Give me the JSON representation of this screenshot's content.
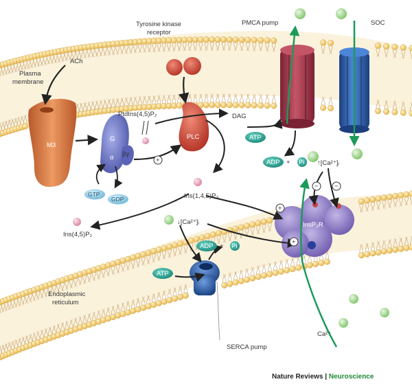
{
  "labels": {
    "tyrosine_kinase_receptor_line1": "Tyrosine kinase",
    "tyrosine_kinase_receptor_line2": "receptor",
    "pmca_pump": "PMCA pump",
    "soc": "SOC",
    "ach": "ACh",
    "plasma_membrane_line1": "Plasma",
    "plasma_membrane_line2": "membrane",
    "ptdins": "PtdIns(4,5)P₂",
    "dag": "DAG",
    "m3": "M3",
    "g_protein_gq": "G",
    "g_protein_alpha": "α",
    "g_protein_betagamma": "βγ",
    "plc": "PLC",
    "atp": "ATP",
    "adp": "ADP",
    "plus": "+",
    "pi": "Pi",
    "ca_up": "↑[Ca²⁺]ᵢ",
    "ca_down": "↓[Ca²⁺]ᵢ",
    "minus": "−",
    "gtp": "GTP",
    "gdp": "GDP",
    "ins145p3": "Ins(1,4,5)P₃",
    "ins45p2": "Ins(4,5)P₂",
    "insp3r": "InsP₃R",
    "endoplasmic_reticulum_line1": "Endoplasmic",
    "endoplasmic_reticulum_line2": "reticulum",
    "ca2": "Ca²⁺",
    "serca_pump": "SERCA pump"
  },
  "credit": {
    "journal": "Nature Reviews",
    "separator": " | ",
    "section": "Neuroscience"
  },
  "colors": {
    "lipid_head": "#f4cc6a",
    "lipid_tail": "#c9a97b",
    "membrane_fill": "#fbf2dc",
    "m3_receptor": "#d9773f",
    "g_protein": "#6f78c8",
    "plc": "#cf4535",
    "pmca": "#a83a4c",
    "soc": "#2f62b4",
    "insp3r": "#8b79c2",
    "serca": "#2a5fa8",
    "ca_ion": "#a9d99a",
    "teal_oval": "#27a89a",
    "green_arrow": "#1c9a5a",
    "neuroscience_green": "#1f8a3a"
  },
  "icons": [
    "arrow-icon",
    "lipid-bilayer",
    "calcium-ion",
    "minus-icon",
    "plus-icon"
  ]
}
